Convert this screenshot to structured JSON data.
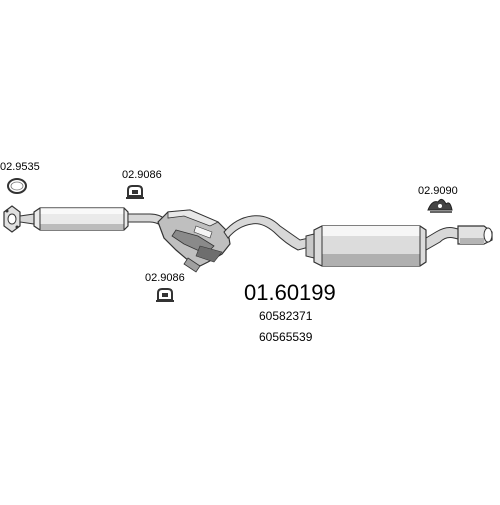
{
  "diagram": {
    "main_part_number": "01.60199",
    "oem_numbers": [
      "60582371",
      "60565539"
    ],
    "parts": [
      {
        "label": "02.9535",
        "icon": "gasket-ring-icon"
      },
      {
        "label": "02.9086",
        "icon": "rubber-hanger-icon"
      },
      {
        "label": "02.9086",
        "icon": "rubber-hanger-icon"
      },
      {
        "label": "02.9090",
        "icon": "mounting-clamp-icon"
      }
    ]
  },
  "colors": {
    "line": "#333333",
    "fill_light": "#e6e6e6",
    "fill_mid": "#bdbdbd",
    "fill_dark": "#7a7a7a"
  }
}
